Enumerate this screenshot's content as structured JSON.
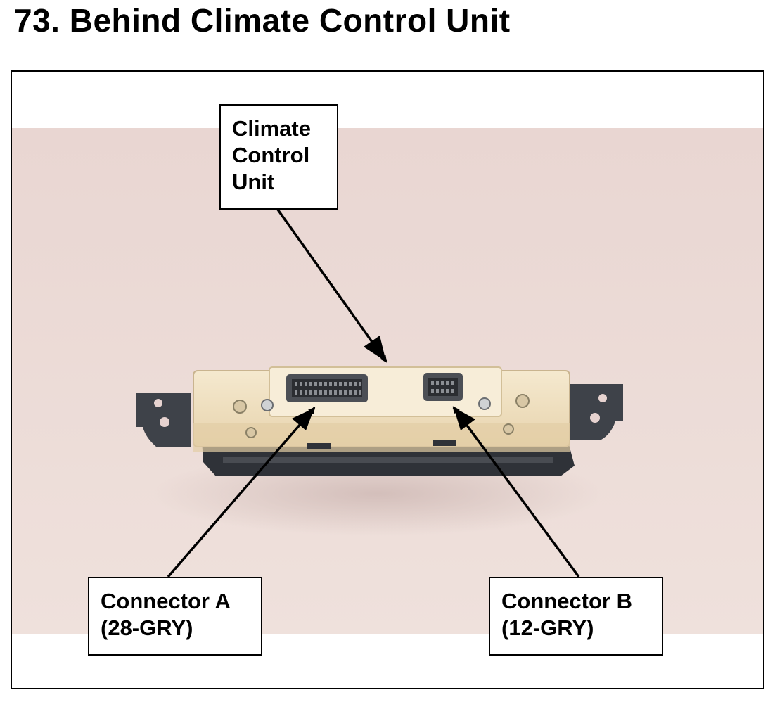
{
  "page": {
    "title": "73.  Behind Climate Control Unit"
  },
  "figure": {
    "callouts": {
      "unit": {
        "lines": [
          "Climate",
          "Control",
          "Unit"
        ]
      },
      "connector_a": {
        "lines": [
          "Connector A",
          "(28-GRY)"
        ]
      },
      "connector_b": {
        "lines": [
          "Connector B",
          "(12-GRY)"
        ]
      }
    },
    "colors": {
      "backdrop": "#ecdad6",
      "unit_housing": "#f1e3c4",
      "bracket": "#3e4249",
      "connector_shell": "#4c4f55"
    }
  }
}
